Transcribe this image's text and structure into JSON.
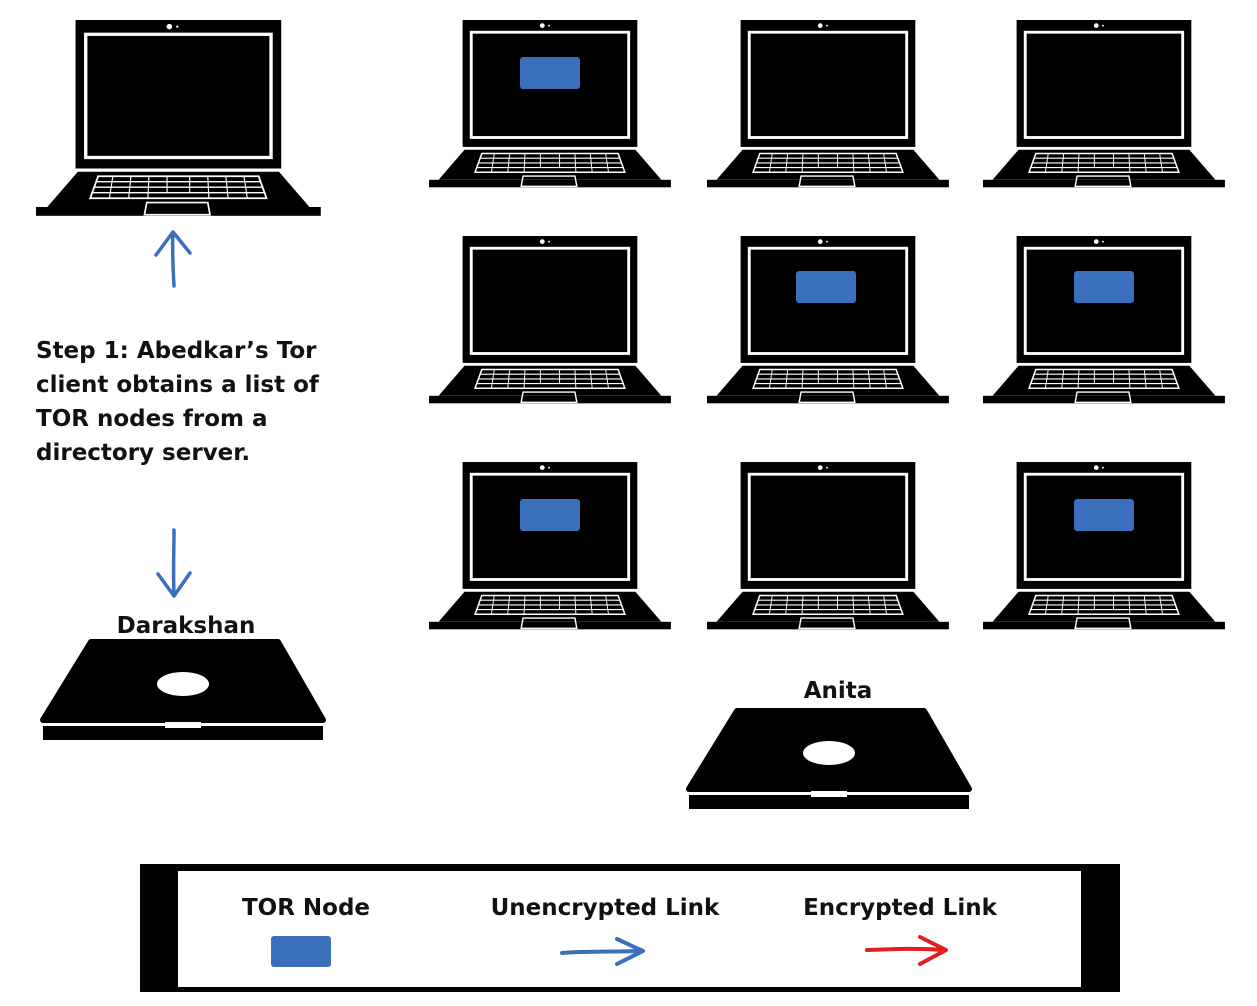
{
  "step_text_lines": [
    "Step 1: Abedkar’s Tor",
    "client obtains a list of",
    "TOR nodes from a",
    "directory server."
  ],
  "darakshan_label": "Darakshan",
  "anita_label": "Anita",
  "legend": {
    "tor_node_label": "TOR Node",
    "unencrypted_label": "Unencrypted Link",
    "encrypted_label": "Encrypted Link"
  },
  "colors": {
    "tor_node": "#3a6fbc",
    "unencrypted_link": "#3a6fbc",
    "encrypted_link": "#e02020",
    "device": "#000000"
  },
  "grid": [
    {
      "row": 1,
      "nodes": [
        true,
        false,
        false
      ]
    },
    {
      "row": 2,
      "nodes": [
        false,
        true,
        true
      ]
    },
    {
      "row": 3,
      "nodes": [
        true,
        false,
        true
      ]
    }
  ],
  "icons": {
    "directory_server": "open-laptop-icon",
    "relay": "open-laptop-icon",
    "client": "closed-laptop-icon",
    "up_arrow": "arrow-up-icon",
    "down_arrow": "arrow-down-icon"
  }
}
